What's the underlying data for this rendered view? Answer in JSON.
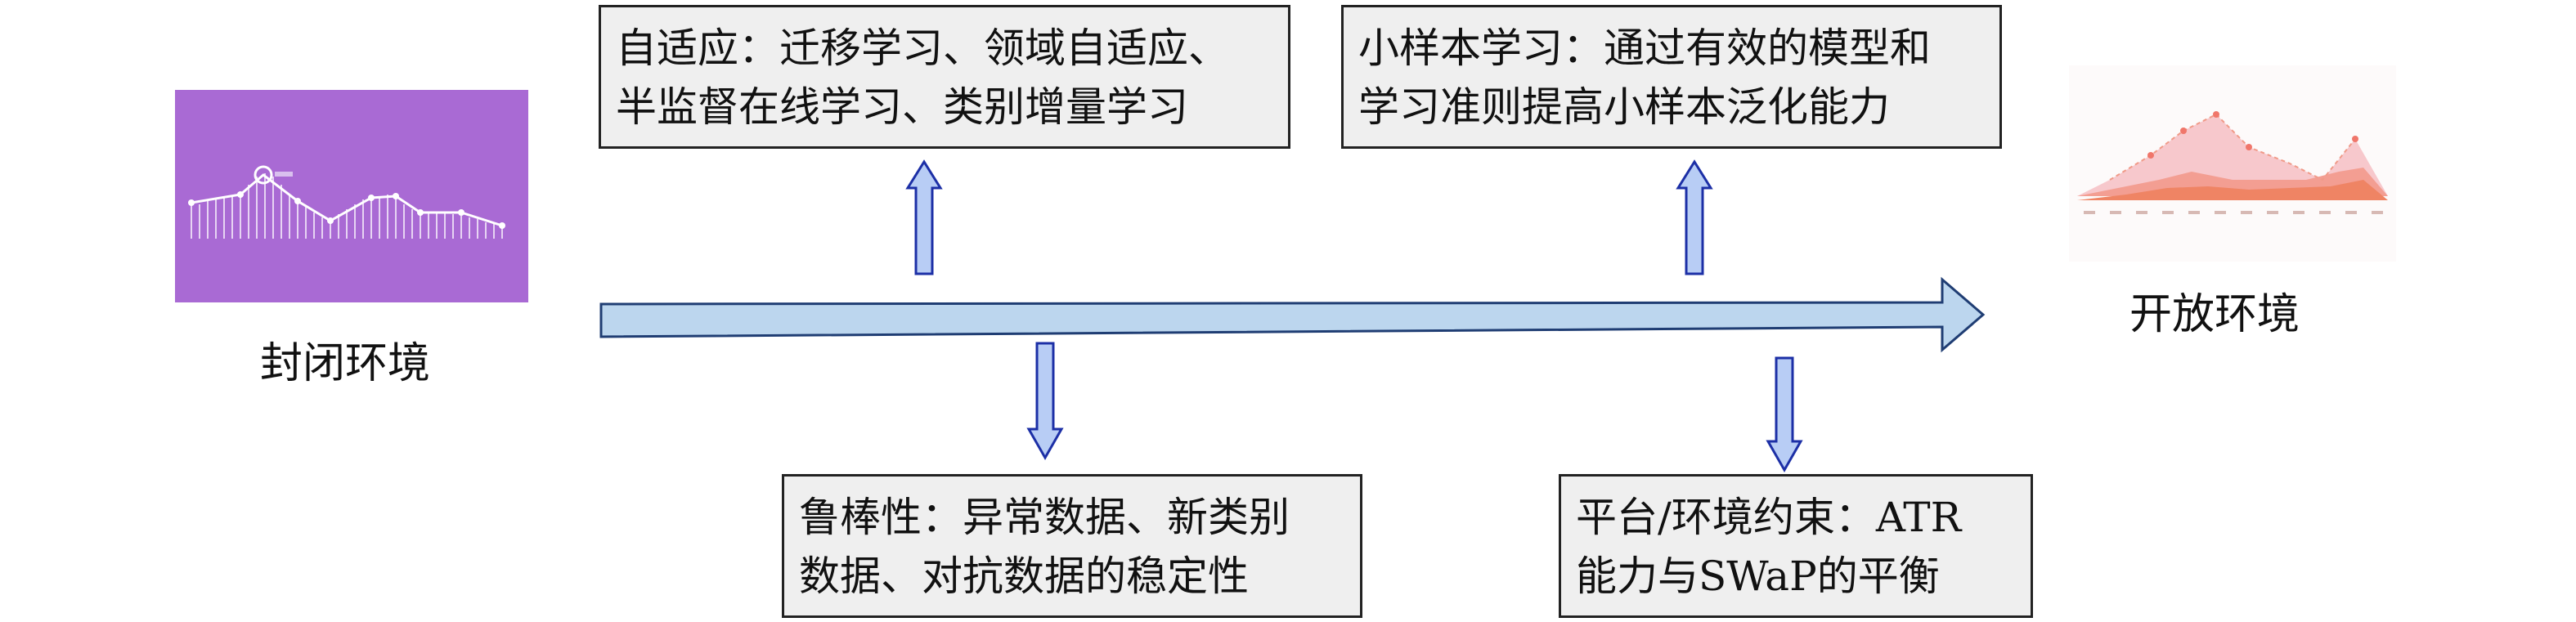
{
  "closed_env": {
    "label": "封闭环境"
  },
  "open_env": {
    "label": "开放环境"
  },
  "boxes": {
    "adaptation": {
      "lines": [
        "自适应：迁移学习、领域自适应、",
        "半监督在线学习、类别增量学习"
      ]
    },
    "few_shot": {
      "lines": [
        "小样本学习：通过有效的模型和",
        "学习准则提高小样本泛化能力"
      ]
    },
    "robustness": {
      "lines": [
        "鲁棒性：异常数据、新类别",
        "数据、对抗数据的稳定性"
      ]
    },
    "platform": {
      "lines": [
        "平台/环境约束：ATR",
        "能力与SWaP的平衡"
      ]
    }
  },
  "colors": {
    "arrow_fill": "#bcd6ee",
    "arrow_stroke": "#1f3d73",
    "small_arrow_fill": "#b8cdf5",
    "small_arrow_stroke": "#1c2fa6",
    "box_fill": "#efefef",
    "closed_thumb_bg": "#a96ad4",
    "open_thumb_area_light": "#f7c8cc",
    "open_thumb_area_dark": "#ef8464"
  }
}
